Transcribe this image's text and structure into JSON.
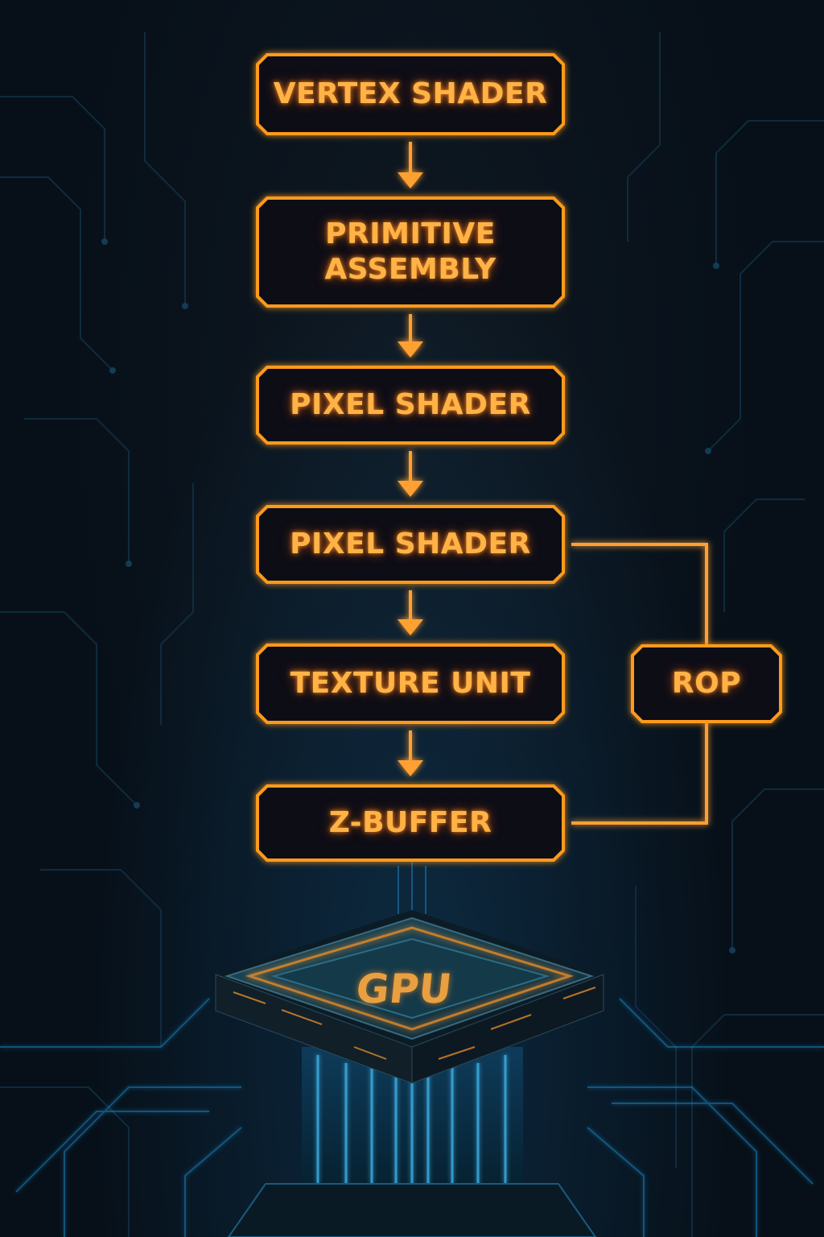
{
  "colors": {
    "accent": "#ff9a1f",
    "text": "#ffb347",
    "background": "#071019",
    "circuit": "#1e88c8"
  },
  "stages": [
    {
      "id": "vertex-shader",
      "label": "VERTEX SHADER"
    },
    {
      "id": "primitive-assembly",
      "label": "PRIMITIVE\nASSEMBLY"
    },
    {
      "id": "pixel-shader-1",
      "label": "PIXEL SHADER"
    },
    {
      "id": "pixel-shader-2",
      "label": "PIXEL SHADER"
    },
    {
      "id": "texture-unit",
      "label": "TEXTURE UNIT"
    },
    {
      "id": "z-buffer",
      "label": "Z-BUFFER"
    }
  ],
  "side_stage": {
    "id": "rop",
    "label": "ROP"
  },
  "chip": {
    "label": "GPU"
  }
}
